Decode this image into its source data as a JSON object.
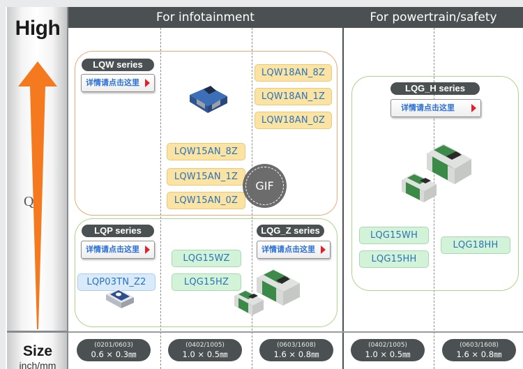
{
  "axis": {
    "top_label": "High",
    "quantity_label": "Q",
    "size_label": "Size",
    "unit_label": "inch/mm"
  },
  "headers": {
    "infotainment": "For infotainment",
    "powertrain": "For powertrain/safety"
  },
  "detail_button_label": "详情请点击这里",
  "series": {
    "lqw": {
      "name": "LQW series",
      "parts_1005": [
        "LQW15AN_8Z",
        "LQW15AN_1Z",
        "LQW15AN_0Z"
      ],
      "parts_1608": [
        "LQW18AN_8Z",
        "LQW18AN_1Z",
        "LQW18AN_0Z"
      ]
    },
    "lqp": {
      "name": "LQP series",
      "parts_0603": [
        "LQP03TN_Z2"
      ]
    },
    "lqg_z": {
      "name": "LQG_Z series",
      "parts_1005": [
        "LQG15WZ",
        "LQG15HZ"
      ]
    },
    "lqg_h": {
      "name": "LQG_H series",
      "parts_1005": [
        "LQG15WH",
        "LQG15HH"
      ],
      "parts_1608": [
        "LQG18HH"
      ]
    }
  },
  "sizes": [
    {
      "code": "(0201/0603)",
      "dim": "0.6 × 0.3㎜"
    },
    {
      "code": "(0402/1005)",
      "dim": "1.0 × 0.5㎜"
    },
    {
      "code": "(0603/1608)",
      "dim": "1.6 × 0.8㎜"
    },
    {
      "code": "(0402/1005)",
      "dim": "1.0 × 0.5㎜"
    },
    {
      "code": "(0603/1608)",
      "dim": "1.6 × 0.8㎜"
    }
  ],
  "gif_badge": "GIF",
  "colors": {
    "header_bg": "#4b5152",
    "arrow": "#f57a1f",
    "lqw_border": "#f0a878",
    "lqg_border": "#a8d888",
    "chip_yellow": "#fbe3a4",
    "chip_green": "#d3f3d8",
    "chip_blue": "#d9eafb",
    "chip_text": "#2b73b8",
    "detail_text": "#2b6fd8",
    "detail_arrow": "#e0202a"
  }
}
